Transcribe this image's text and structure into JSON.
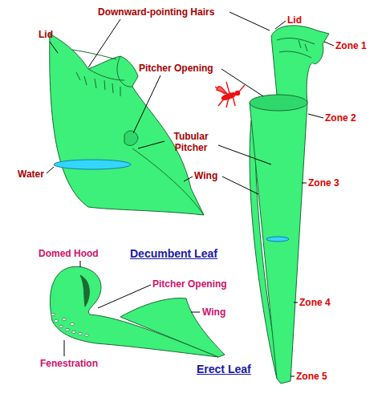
{
  "diagram": {
    "labels": [
      "Lid",
      "Downward-pointing Hairs",
      "Lid",
      "Zone 1",
      "Pitcher Opening",
      "Zone 2",
      "Tubular Pitcher",
      "Water",
      "Wing",
      "Zone 3",
      "Decumbent Leaf",
      "Domed Hood",
      "Pitcher Opening",
      "Wing",
      "Zone 4",
      "Fenestration",
      "Erect Leaf",
      "Zone 5"
    ]
  }
}
